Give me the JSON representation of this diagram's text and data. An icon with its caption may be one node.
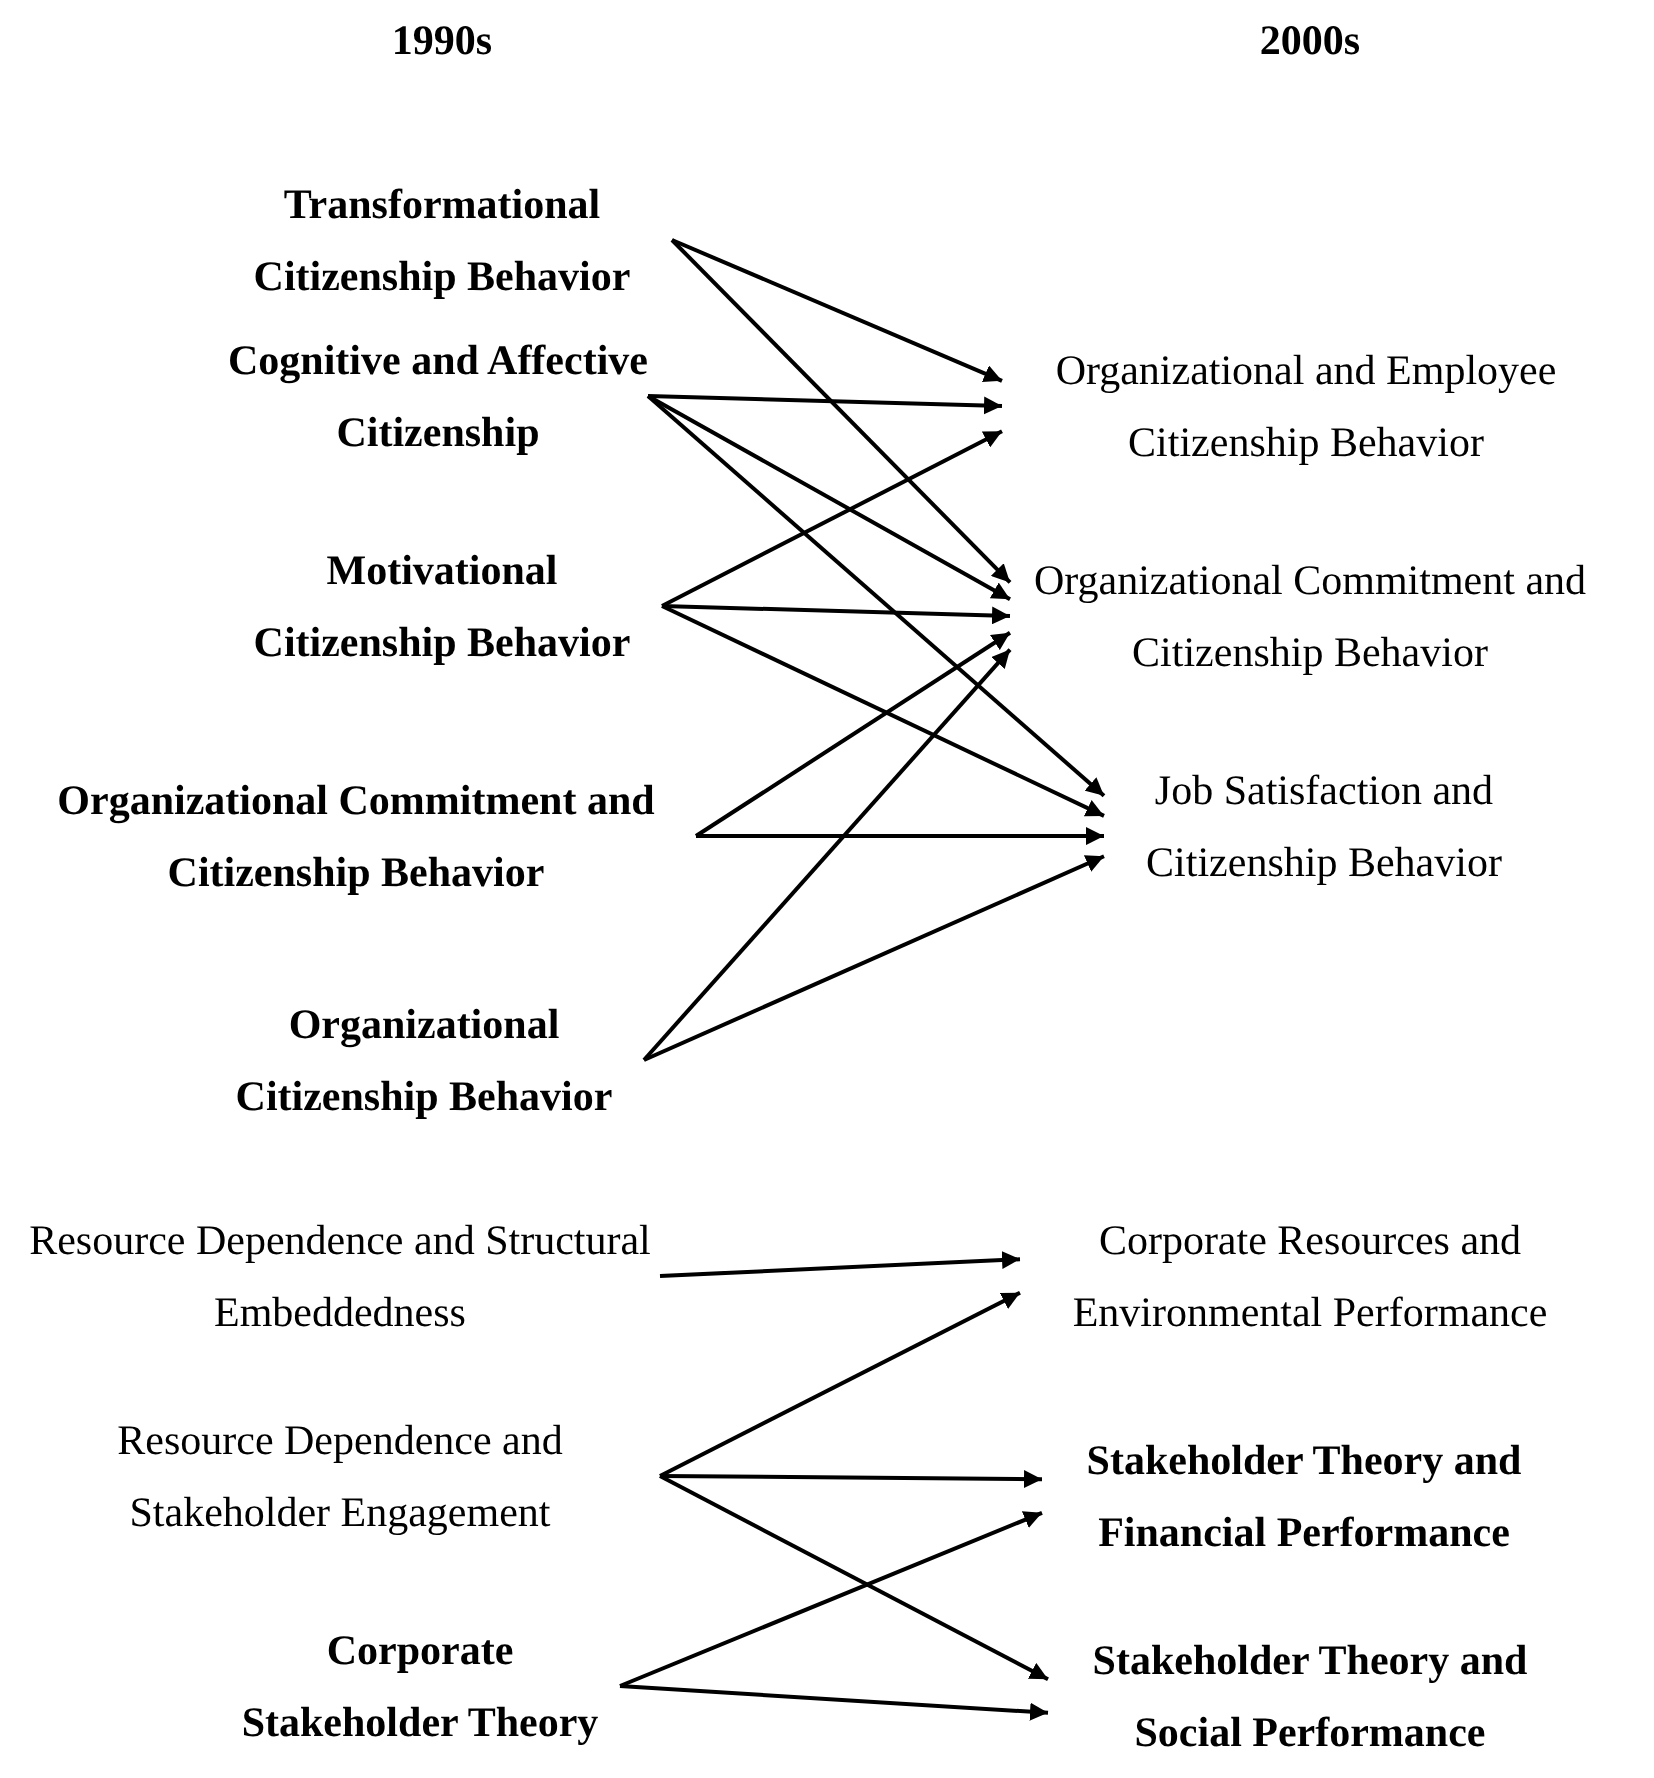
{
  "diagram": {
    "nodes": [
      {
        "text": [
          "Transformational Citizenship Behavior"
        ]
      },
      {
        "text": [
          "Cognitive and Affective Citizenship"
        ]
      },
      {
        "text": [
          "Motivational Citizenship Behavior"
        ]
      },
      {
        "text": [
          "Organizational Commitment and Citizenship Behavior"
        ]
      },
      {
        "text": [
          "Organizational Citizenship Behavior"
        ]
      },
      {
        "text": [
          "Organizational and Employee Citizenship Behavior"
        ]
      },
      {
        "text": [
          "Organizational Commitment and Citizenship Behavior"
        ]
      },
      {
        "text": [
          "Job Satisfaction and Citizenship Behavior"
        ]
      },
      {
        "text": [
          "Resource Dependence and Structural Embeddedness"
        ]
      },
      {
        "text": [
          "Resource Dependence and Stakeholder Engagement"
        ]
      },
      {
        "text": [
          "Corporate Stakeholder Theory"
        ]
      },
      {
        "text": [
          "Corporate Resources and Environmental Performance"
        ]
      },
      {
        "text": [
          "Stakeholder Theory and Financial Performance"
        ]
      },
      {
        "text": [
          "Stakeholder Theory and Social Performance"
        ]
      }
    ],
    "edges": [
      {
        "from": 0,
        "to": 5,
        "arrow": "to"
      },
      {
        "from": 0,
        "to": 6,
        "arrow": "to"
      },
      {
        "from": 1,
        "to": 5,
        "arrow": "to"
      },
      {
        "from": 1,
        "to": 6,
        "arrow": "to"
      },
      {
        "from": 1,
        "to": 7,
        "arrow": "to"
      },
      {
        "from": 2,
        "to": 5,
        "arrow": "to"
      },
      {
        "from": 2,
        "to": 6,
        "arrow": "to"
      },
      {
        "from": 2,
        "to": 7,
        "arrow": "to"
      },
      {
        "from": 3,
        "to": 6,
        "arrow": "to"
      },
      {
        "from": 3,
        "to": 7,
        "arrow": "to"
      },
      {
        "from": 4,
        "to": 6,
        "arrow": "to"
      },
      {
        "from": 4,
        "to": 7,
        "arrow": "to"
      },
      {
        "from": 8,
        "to": 11,
        "arrow": "to"
      },
      {
        "from": 9,
        "to": 11,
        "arrow": "to"
      },
      {
        "from": 9,
        "to": 12,
        "arrow": "to"
      },
      {
        "from": 9,
        "to": 13,
        "arrow": "to"
      },
      {
        "from": 10,
        "to": 12,
        "arrow": "to"
      },
      {
        "from": 10,
        "to": 13,
        "arrow": "to"
      }
    ],
    "labels": [
      "1990s",
      "2000s"
    ]
  }
}
